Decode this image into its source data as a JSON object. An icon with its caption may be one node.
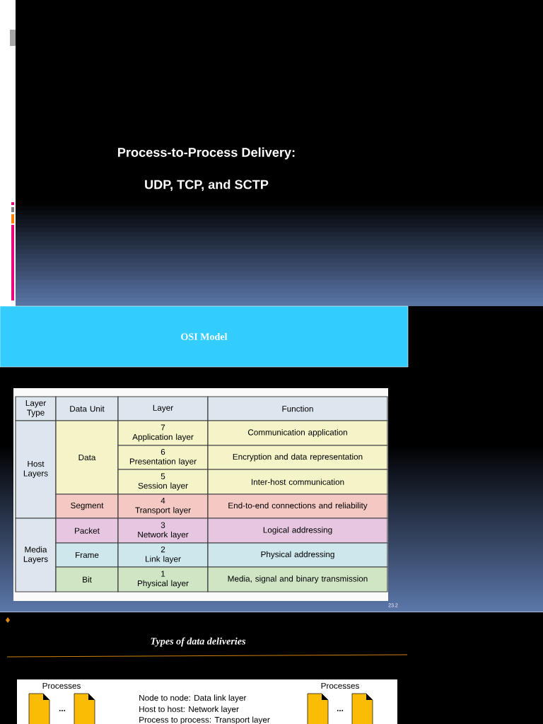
{
  "diagram": {
    "nodes": [
      {
        "text": [
          "OSI Model"
        ]
      }
    ],
    "labels": [
      "Process-to-Process Delivery:",
      "UDP, TCP, and SCTP",
      "Layer Type",
      "Data Unit",
      "Layer",
      "Function",
      "Host Layers",
      "Data",
      "7",
      "Application layer",
      "Communication application",
      "6",
      "Presentation layer",
      "Encryption and data representation",
      "5",
      "Session layer",
      "Inter-host communication",
      "Segment",
      "4",
      "Transport layer",
      "End-to-end connections and reliability",
      "Media Layers",
      "Packet",
      "3",
      "Network layer",
      "Logical addressing",
      "Frame",
      "2",
      "Link layer",
      "Physical addressing",
      "Bit",
      "1",
      "Physical layer",
      "Media, signal and binary transmission",
      "23.2",
      "Types of data deliveries",
      "Processes",
      "Processes",
      "Node to node: Data link layer",
      "Host to host: Network layer",
      "Process to process: Transport layer",
      "...",
      "..."
    ]
  }
}
